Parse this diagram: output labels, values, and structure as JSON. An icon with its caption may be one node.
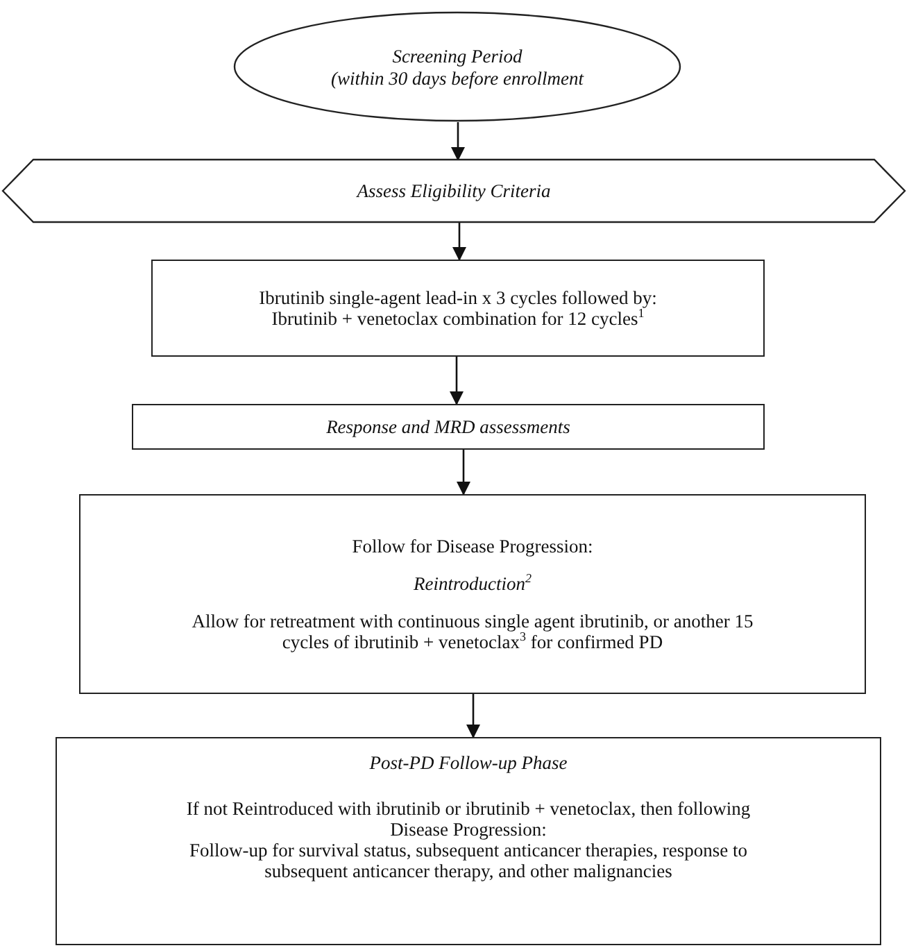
{
  "diagram": {
    "nodes": [
      {
        "text": [
          "Screening Period",
          "(within 30 days before enrollment"
        ]
      },
      {
        "text": [
          "Assess Eligibility Criteria"
        ]
      },
      {
        "text": [
          "Ibrutinib single-agent lead-in x 3 cycles followed by: Ibrutinib + venetoclax combination for 12 cycles$^{1}$"
        ]
      },
      {
        "text": [
          "Response and MRD assessments"
        ]
      },
      {
        "text": [
          "Follow for Disease Progression:",
          "Reintroduction$^{2}$",
          "Allow for retreatment with continuous single agent ibrutinib, or another 15 cycles of ibrutinib + venetoclax$^{3}$ for confirmed PD"
        ]
      },
      {
        "text": [
          "Post-PD Follow-up Phase",
          "If not Reintroduced with ibrutinib or ibrutinib + venetoclax, then following Disease Progression:",
          "Follow-up for survival status, subsequent anticancer therapies, response to subsequent anticancer therapy, and other malignancies"
        ]
      }
    ],
    "edges": [
      {
        "from": 0,
        "to": 1,
        "arrow": "to"
      },
      {
        "from": 1,
        "to": 2,
        "arrow": "to"
      },
      {
        "from": 2,
        "to": 3,
        "arrow": "to"
      },
      {
        "from": 3,
        "to": 4,
        "arrow": "to"
      },
      {
        "from": 4,
        "to": 5,
        "arrow": "to"
      }
    ]
  }
}
